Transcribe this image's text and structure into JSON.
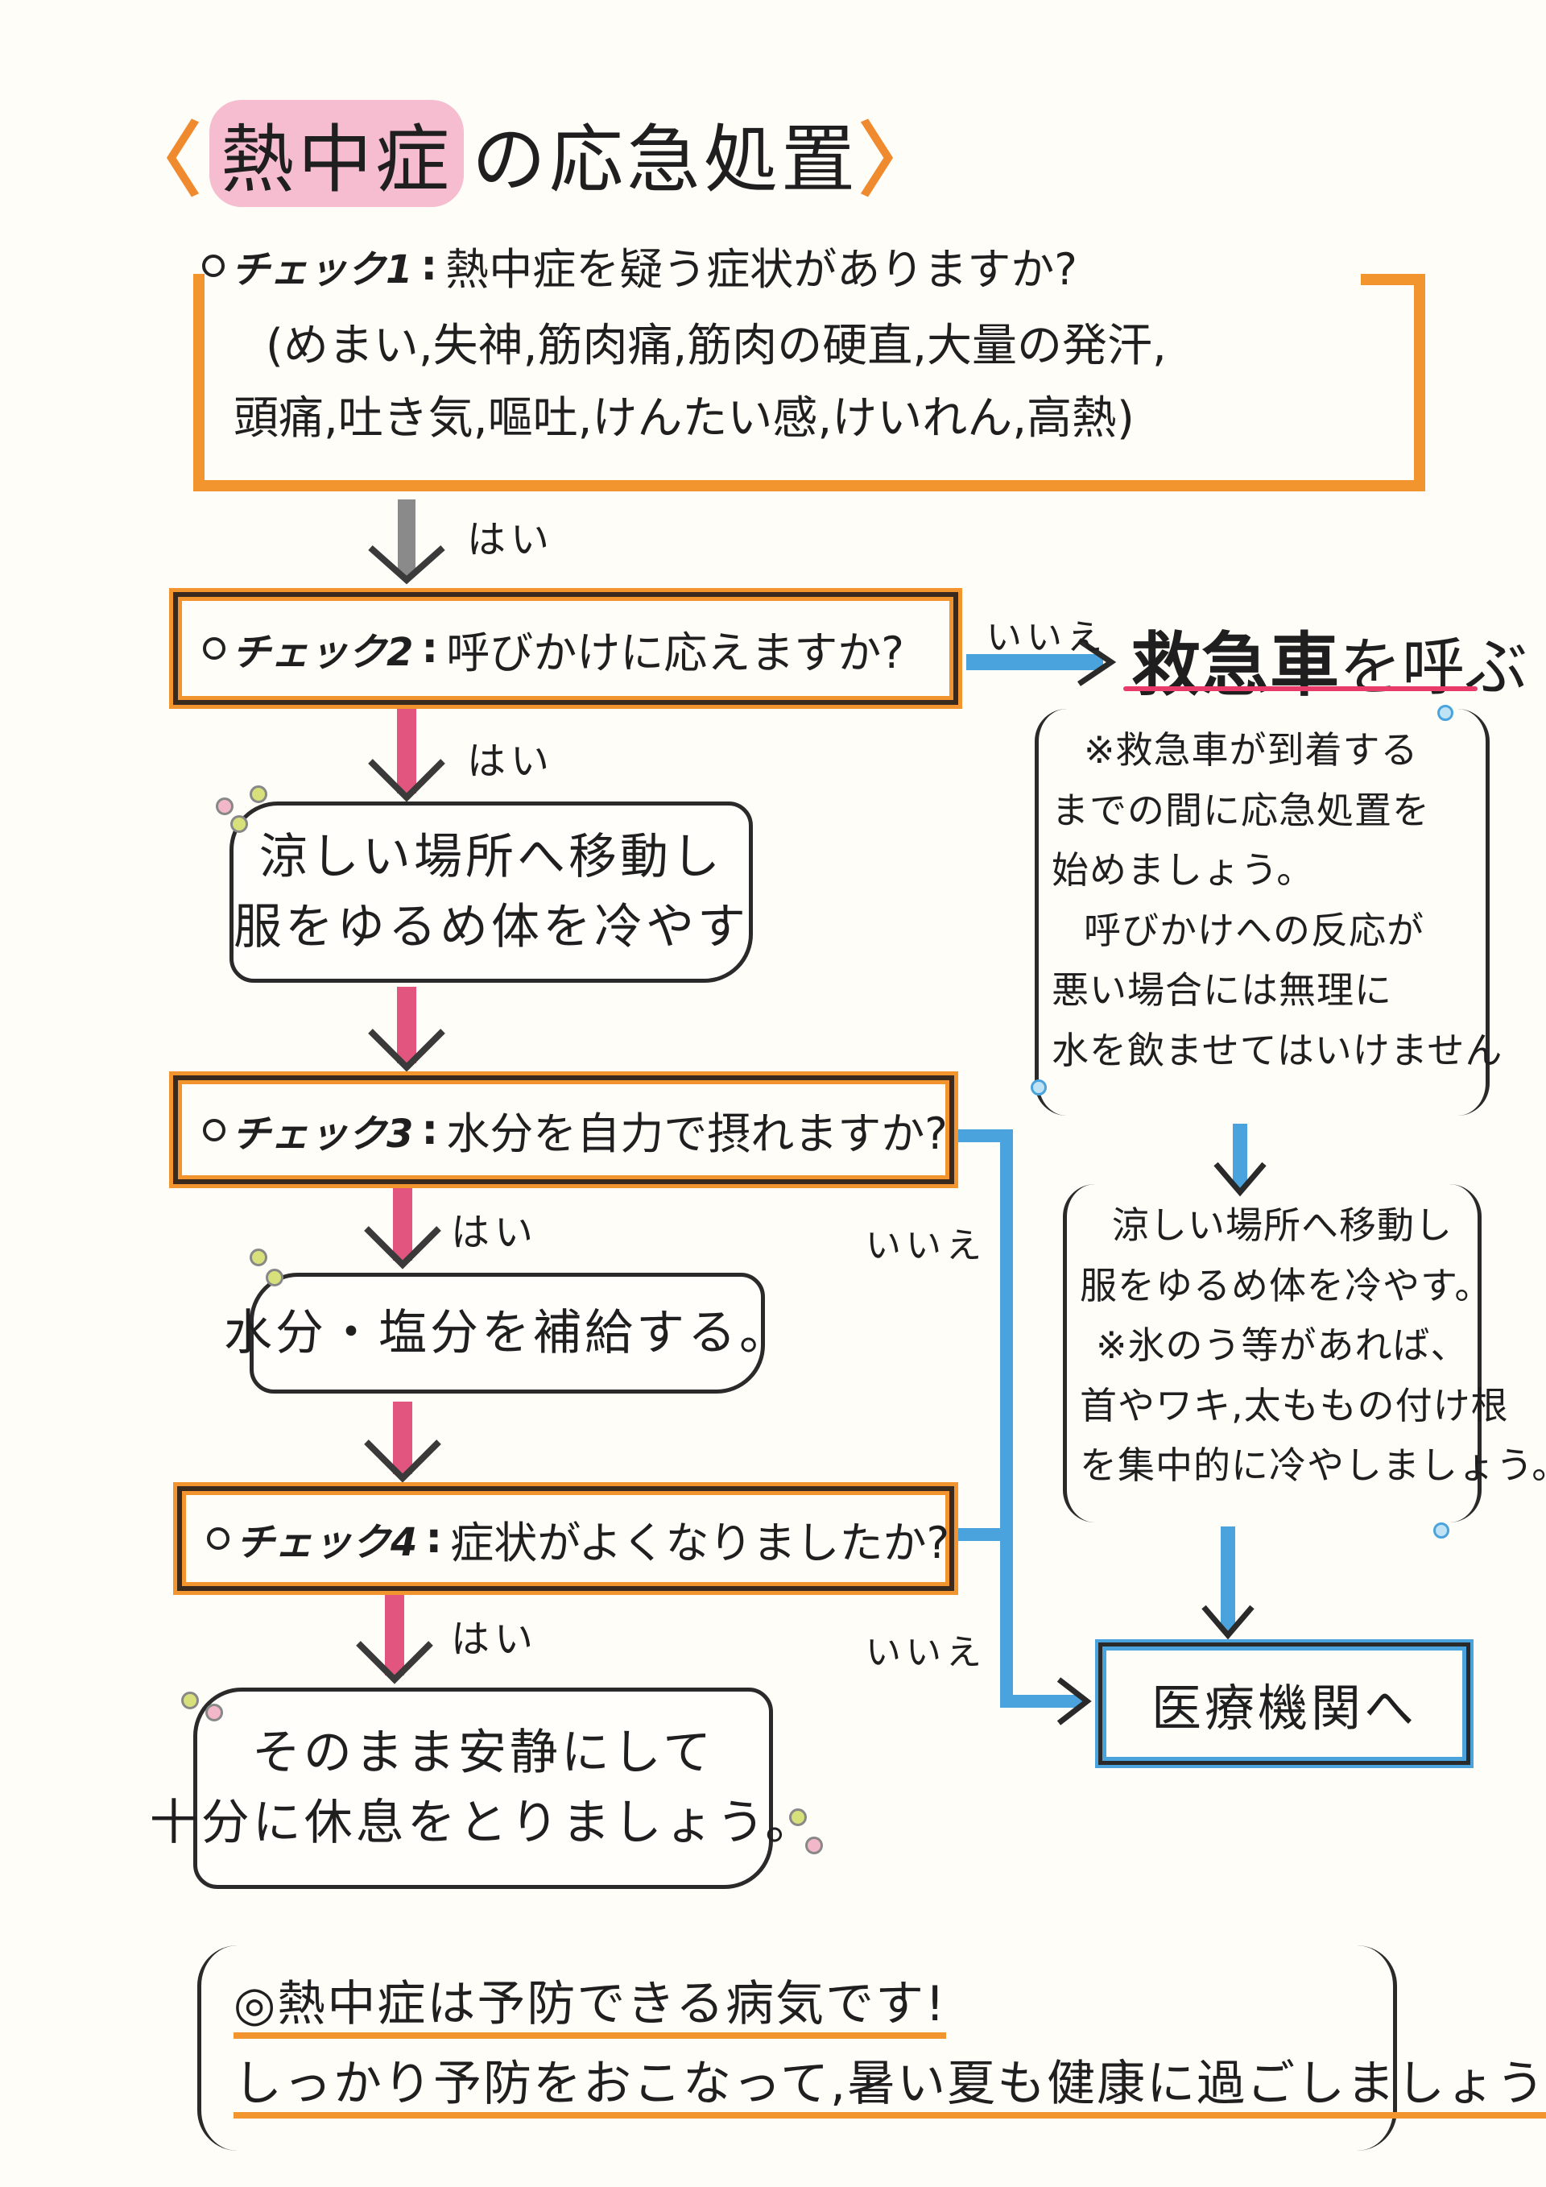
{
  "title": {
    "open": "〈",
    "highlight": "熱中症",
    "rest": "の応急処置",
    "close": "〉"
  },
  "check1": {
    "label": "チェック1",
    "colon": ":",
    "question": "熱中症を疑う症状がありますか?",
    "symptoms_line1": "(めまい,失神,筋肉痛,筋肉の硬直,大量の発汗,",
    "symptoms_line2": "頭痛,吐き気,嘔吐,けんたい感,けいれん,高熱)"
  },
  "yes_labels": [
    "はい",
    "はい",
    "はい",
    "はい"
  ],
  "check2": {
    "label": "チェック2",
    "colon": ":",
    "question": "呼びかけに応えますか?",
    "no_label": "いいえ"
  },
  "call_ambulance": {
    "emphasis": "救急車",
    "rest": "を呼ぶ"
  },
  "ambulance_note": [
    "※救急車が到着する",
    "までの間に応急処置を",
    "始めましょう。",
    "呼びかけへの反応が",
    "悪い場合には無理に",
    "水を飲ませてはいけません"
  ],
  "step_cool": {
    "line1": "涼しい場所へ移動し",
    "line2": "服をゆるめ体を冷やす"
  },
  "check3": {
    "label": "チェック3",
    "colon": ":",
    "question": "水分を自力で摂れますか?",
    "no_label": "いいえ"
  },
  "step_hydrate": {
    "line1": "水分・塩分を補給する。"
  },
  "check4": {
    "label": "チェック4",
    "colon": ":",
    "question": "症状がよくなりましたか?",
    "no_label": "いいえ"
  },
  "step_rest": {
    "line1": "そのまま安静にして",
    "line2": "十分に休息をとりましょう。"
  },
  "right_cool_note": [
    "涼しい場所へ移動し",
    "服をゆるめ体を冷やす。",
    "※氷のう等があれば、",
    "首やワキ,太ももの付け根",
    "を集中的に冷やしましょう。"
  ],
  "medical": {
    "label": "医療機関へ"
  },
  "bottom_note": {
    "line1": "◎熱中症は予防できる病気です!",
    "line2": "しっかり予防をおこなって,暑い夏も健康に過ごしましょう!"
  },
  "colors": {
    "orange": "#f2952f",
    "pink_arrow": "#e2557f",
    "blue": "#4aa3dc",
    "highlight": "#f6bcd0",
    "underline": "#e83b6a"
  }
}
